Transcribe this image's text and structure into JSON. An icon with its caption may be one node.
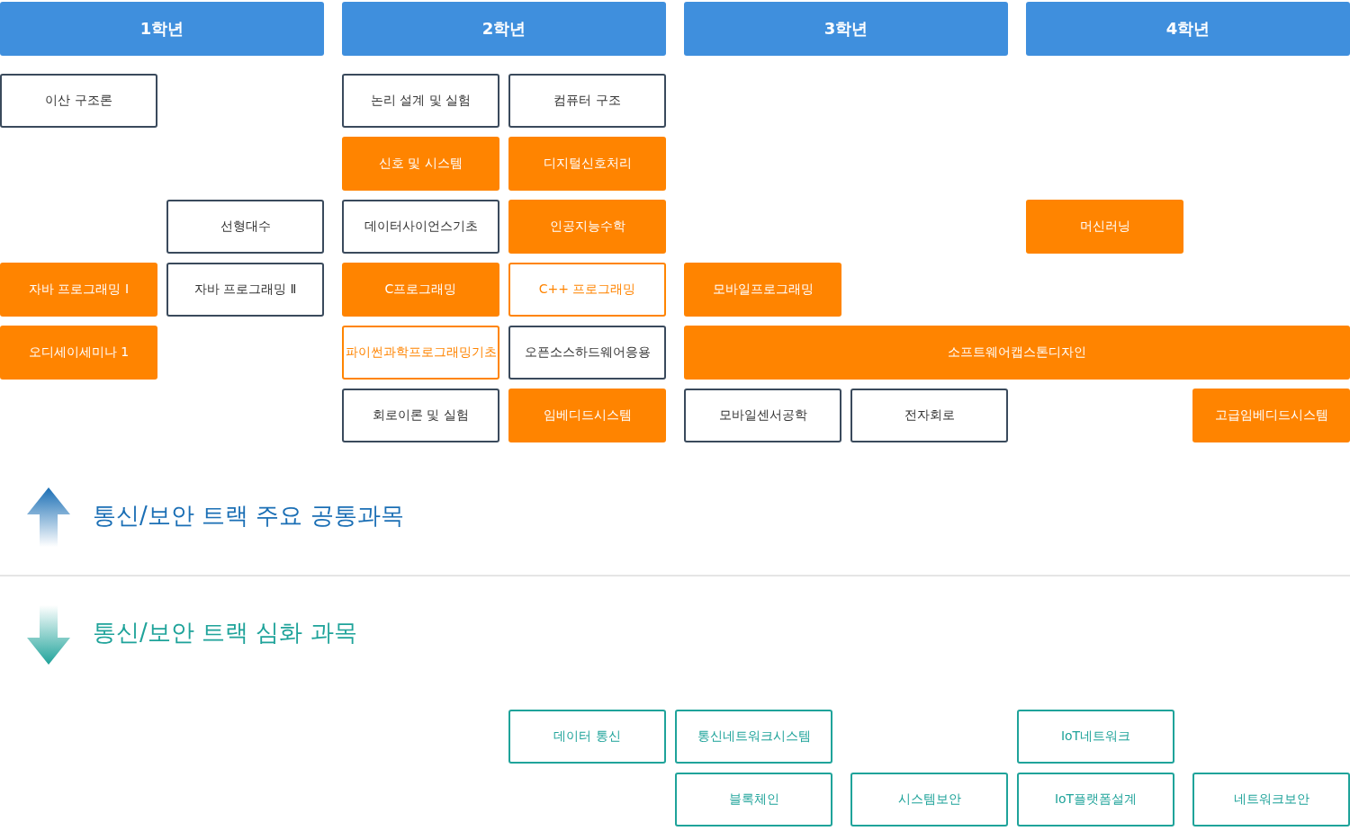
{
  "diagram": {
    "nodes": [
      {
        "text": [
          "1학년"
        ]
      },
      {
        "text": [
          "2학년"
        ]
      },
      {
        "text": [
          "3학년"
        ]
      },
      {
        "text": [
          "4학년"
        ]
      },
      {
        "text": [
          "이산 구조론"
        ]
      },
      {
        "text": [
          "논리 설계 및 실험"
        ]
      },
      {
        "text": [
          "컴퓨터 구조"
        ]
      },
      {
        "text": [
          "신호 및 시스템"
        ]
      },
      {
        "text": [
          "디지털신호처리"
        ]
      },
      {
        "text": [
          "선형대수"
        ]
      },
      {
        "text": [
          "데이터사이언스기초"
        ]
      },
      {
        "text": [
          "인공지능수학"
        ]
      },
      {
        "text": [
          "머신러닝"
        ]
      },
      {
        "text": [
          "자바 프로그래밍 Ⅰ"
        ]
      },
      {
        "text": [
          "자바 프로그래밍 Ⅱ"
        ]
      },
      {
        "text": [
          "C프로그래밍"
        ]
      },
      {
        "text": [
          "C++ 프로그래밍"
        ]
      },
      {
        "text": [
          "모바일프로그래밍"
        ]
      },
      {
        "text": [
          "오디세이세미나 1"
        ]
      },
      {
        "text": [
          "파이썬과학프로그래밍기초"
        ]
      },
      {
        "text": [
          "오픈소스하드웨어응용"
        ]
      },
      {
        "text": [
          "소프트웨어캡스톤디자인"
        ]
      },
      {
        "text": [
          "회로이론 및 실험"
        ]
      },
      {
        "text": [
          "임베디드시스템"
        ]
      },
      {
        "text": [
          "모바일센서공학"
        ]
      },
      {
        "text": [
          "전자회로"
        ]
      },
      {
        "text": [
          "고급임베디드시스템"
        ]
      },
      {
        "text": [
          "데이터 통신"
        ]
      },
      {
        "text": [
          "통신네트워크시스템"
        ]
      },
      {
        "text": [
          "IoT네트워크"
        ]
      },
      {
        "text": [
          "블록체인"
        ]
      },
      {
        "text": [
          "시스템보안"
        ]
      },
      {
        "text": [
          "IoT플랫폼설계"
        ]
      },
      {
        "text": [
          "네트워크보안"
        ]
      }
    ],
    "labels": [
      "통신/보안 트랙 주요 공통과목",
      "통신/보안 트랙 심화 과목"
    ]
  }
}
